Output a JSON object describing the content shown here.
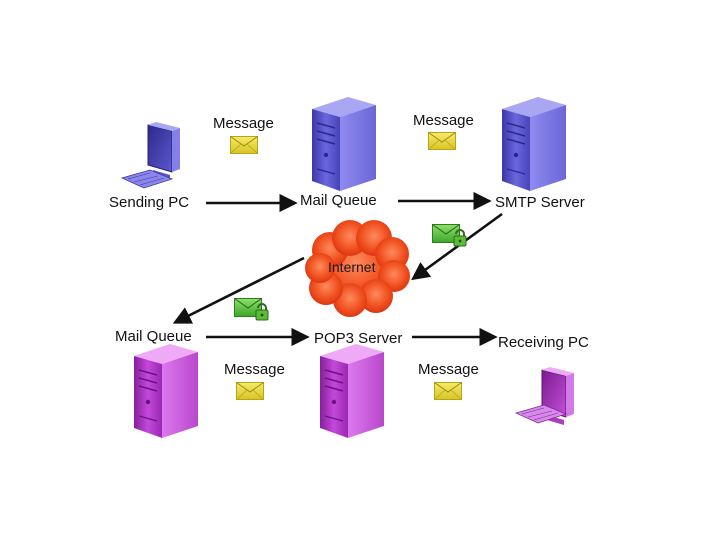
{
  "nodes": {
    "sending_pc": "Sending PC",
    "mail_queue_top": "Mail Queue",
    "smtp_server": "SMTP Server",
    "internet": "Internet",
    "mail_queue_bottom": "Mail Queue",
    "pop3_server": "POP3 Server",
    "receiving_pc": "Receiving PC"
  },
  "messages": {
    "m1": "Message",
    "m2": "Message",
    "m3": "Message",
    "m4": "Message"
  },
  "colors": {
    "top_server": "#5a55cf",
    "bottom_server": "#b430c8",
    "cloud": "#e8341a",
    "envelope": "#ecd83a",
    "secure_envelope": "#5fbe3a",
    "arrow": "#111111"
  },
  "icons": {
    "computer": "desktop-computer-icon",
    "server": "tower-server-icon",
    "envelope": "envelope-icon",
    "secure_envelope": "locked-envelope-icon",
    "cloud": "cloud-icon"
  }
}
